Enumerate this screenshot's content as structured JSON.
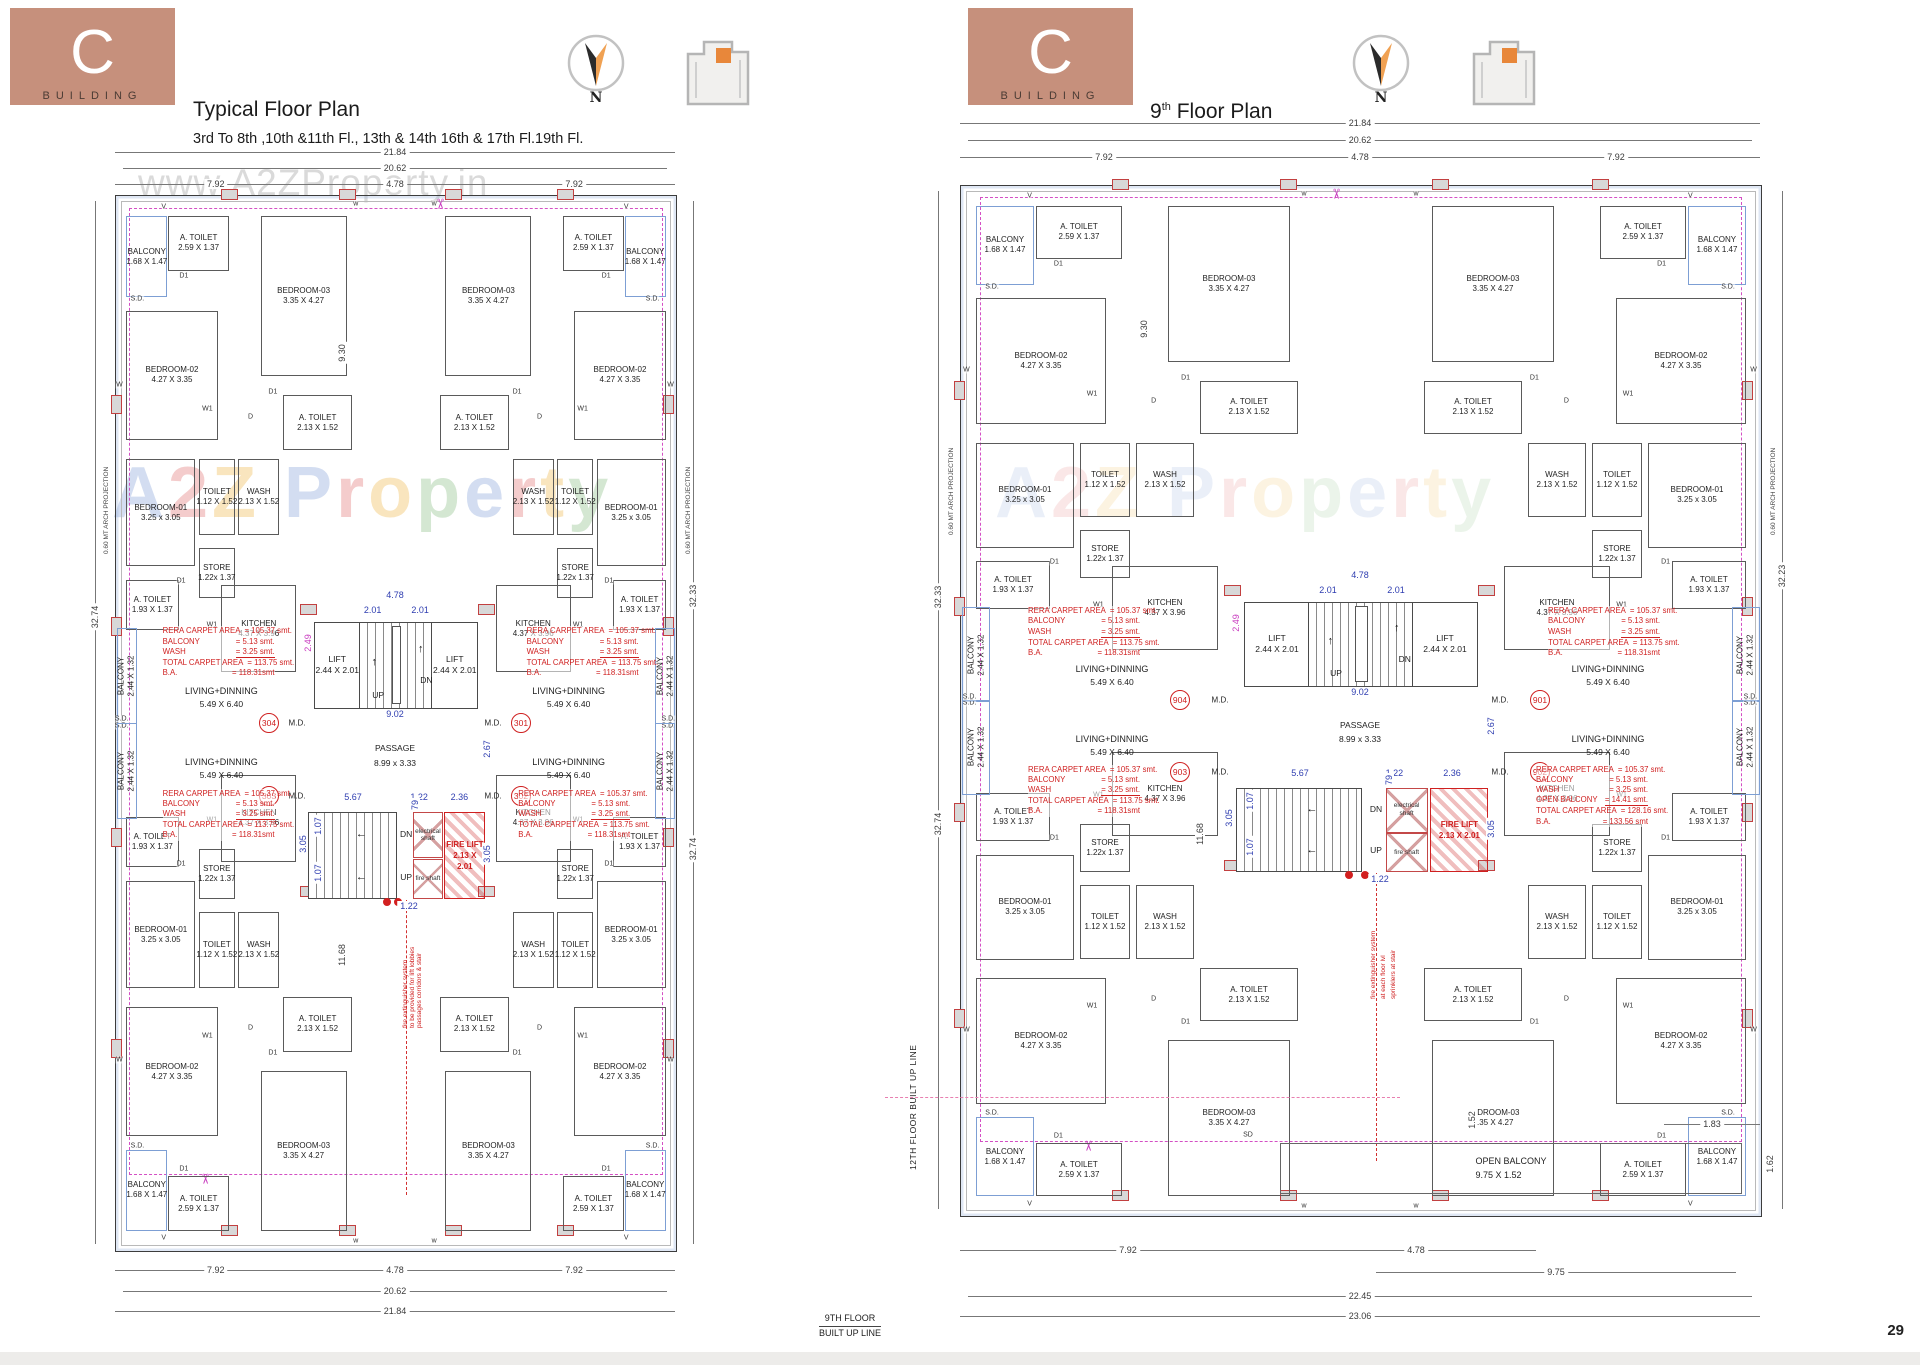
{
  "page": {
    "number": "29"
  },
  "compass_n": "N",
  "watermark": {
    "url": "www.A2ZProperty.in",
    "brand": "A2Z Property"
  },
  "room_set": [
    {
      "label": "BALCONY",
      "size": "1.68 X 1.47"
    },
    {
      "label": "A. TOILET",
      "size": "2.59 X 1.37"
    },
    {
      "label": "BEDROOM-03",
      "size": "3.35 X 4.27"
    },
    {
      "label": "BEDROOM-02",
      "size": "4.27 X 3.35"
    },
    {
      "label": "BEDROOM-01",
      "size": "3.25 x 3.05"
    },
    {
      "label": "A. TOILET",
      "size": "2.13 X 1.52"
    },
    {
      "label": "TOILET",
      "size": "1.12 X 1.52"
    },
    {
      "label": "WASH",
      "size": "2.13 X 1.52"
    },
    {
      "label": "STORE",
      "size": "1.22x 1.37"
    },
    {
      "label": "A. TOILET",
      "size": "1.93 X 1.37"
    },
    {
      "label": "KITCHEN",
      "size": "4.37 X 3.96"
    },
    {
      "label": "BALCONY",
      "size": "2.44 X 1.32"
    }
  ],
  "living": {
    "label": "LIVING+DINNING",
    "size": "5.49 X 6.40"
  },
  "tags": [
    "S.D.",
    "D1",
    "V",
    "W",
    "W1",
    "D",
    "M.D.",
    "SD",
    "w"
  ],
  "core": {
    "lift": "LIFT",
    "lift_size": "2.44 X 2.01",
    "up": "UP",
    "dn": "DN",
    "passage": "PASSAGE",
    "passage_size": "8.99 x 3.33",
    "electrical_shaft": "electrical shaft",
    "fire_shaft": "fire shaft",
    "fire_lift": "FIRE LIFT",
    "fire_lift_size": "2.13 X 2.01"
  },
  "core_dims": [
    "4.78",
    "2.01",
    "2.01",
    "2.49",
    "9.02",
    "5.67",
    "1.22",
    "2.36",
    "3.05",
    "1.07",
    "1.07",
    "2.67",
    "79",
    "3.05",
    "1.22"
  ],
  "rera_standard": [
    [
      "RERA CARPET AREA",
      "=  105.37 smt."
    ],
    [
      "BALCONY",
      "=    5.13 smt."
    ],
    [
      "WASH",
      "=    3.25 smt."
    ],
    [
      "TOTAL CARPET AREA",
      "= 113.75 smt."
    ],
    [
      "B.A.",
      "= 118.31smt"
    ]
  ],
  "rera_open": [
    [
      "RERA CARPET AREA",
      "=  105.37 smt."
    ],
    [
      "BALCONY",
      "=    5.13 smt."
    ],
    [
      "WASH",
      "=    3.25 smt."
    ],
    [
      "OPEN BALCONY",
      "=  14.41 smt."
    ],
    [
      "TOTAL CARPET AREA",
      "= 128.16 smt."
    ],
    [
      "B.A.",
      "= 133.56 smt"
    ]
  ],
  "plans": [
    {
      "header": {
        "letter": "C",
        "word": "BUILDING",
        "title": "Typical Floor Plan",
        "subtitle": "3rd To 8th ,10th &11th Fl., 13th & 14th 16th & 17th Fl.19th Fl."
      },
      "units": [
        "304",
        "301",
        "303",
        "302"
      ],
      "open_unit": "",
      "md": "M.D.",
      "dims": {
        "top_total": "21.84",
        "top_inner": "20.62",
        "top_segs": [
          "7.92",
          "4.78",
          "7.92"
        ],
        "bottom_segs": [
          "7.92",
          "4.78",
          "7.92"
        ],
        "bottom_inner": "20.62",
        "bottom_total": "21.84",
        "left": [
          "32.74"
        ],
        "right": [
          "32.33",
          "32.74"
        ],
        "v_upper": "9.30",
        "v_lower": "11.68"
      },
      "corner_label": "0.60 MT ARCH  PROJECTION",
      "fire_note": [
        "fire extinguisher system",
        "to be provided for lift lobbies",
        "passages corridors & stair"
      ],
      "footer_note": {
        "line1": "9TH FLOOR",
        "line2": "BUILT UP LINE"
      }
    },
    {
      "header": {
        "letter": "C",
        "word": "BUILDING",
        "title_num": "9",
        "title_sup": "th",
        "title_rest": " Floor Plan"
      },
      "units": [
        "904",
        "901",
        "903",
        "902"
      ],
      "open_unit": "902",
      "md": "M.D.",
      "dims": {
        "top_total": "21.84",
        "top_inner": "20.62",
        "top_segs": [
          "7.92",
          "4.78",
          "7.92"
        ],
        "bottom_segs": [
          "7.92",
          "4.78"
        ],
        "bottom_seg2": "9.75",
        "bottom_inner": "22.45",
        "bottom_total": "23.06",
        "left": [
          "32.33",
          "32.74"
        ],
        "right": [
          "32.23"
        ],
        "v_upper": "9.30",
        "v_lower": "11.68"
      },
      "corner_label": "0.60 MT ARCH  PROJECTION",
      "fire_note": [
        "fire extinguisher system",
        "at each floor lvl",
        "sprinklers at stair"
      ],
      "side_note": {
        "line1": "12TH FLOOR",
        "line2": "BUILT UP LINE"
      },
      "open_balcony": {
        "label": "OPEN BALCONY",
        "size": "9.75 X 1.52"
      },
      "extra_dims": {
        "d1": "1.83",
        "d2": "1.62",
        "d3": "1.52"
      },
      "sd": "SD"
    }
  ]
}
